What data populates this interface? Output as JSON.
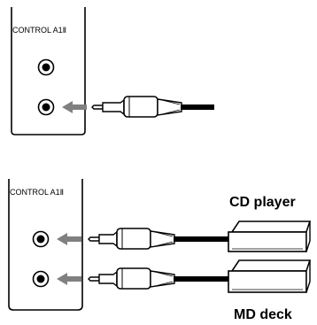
{
  "panel_top": {
    "label": "CONTROL A1Ⅱ"
  },
  "panel_bottom": {
    "label": "CONTROL A1Ⅱ"
  },
  "devices": {
    "cd_player": {
      "label": "CD player"
    },
    "md_deck": {
      "label": "MD deck"
    }
  },
  "colors": {
    "line": "#000000",
    "arrow": "#808080",
    "background": "#ffffff",
    "panel_fill": "#ffffff"
  }
}
